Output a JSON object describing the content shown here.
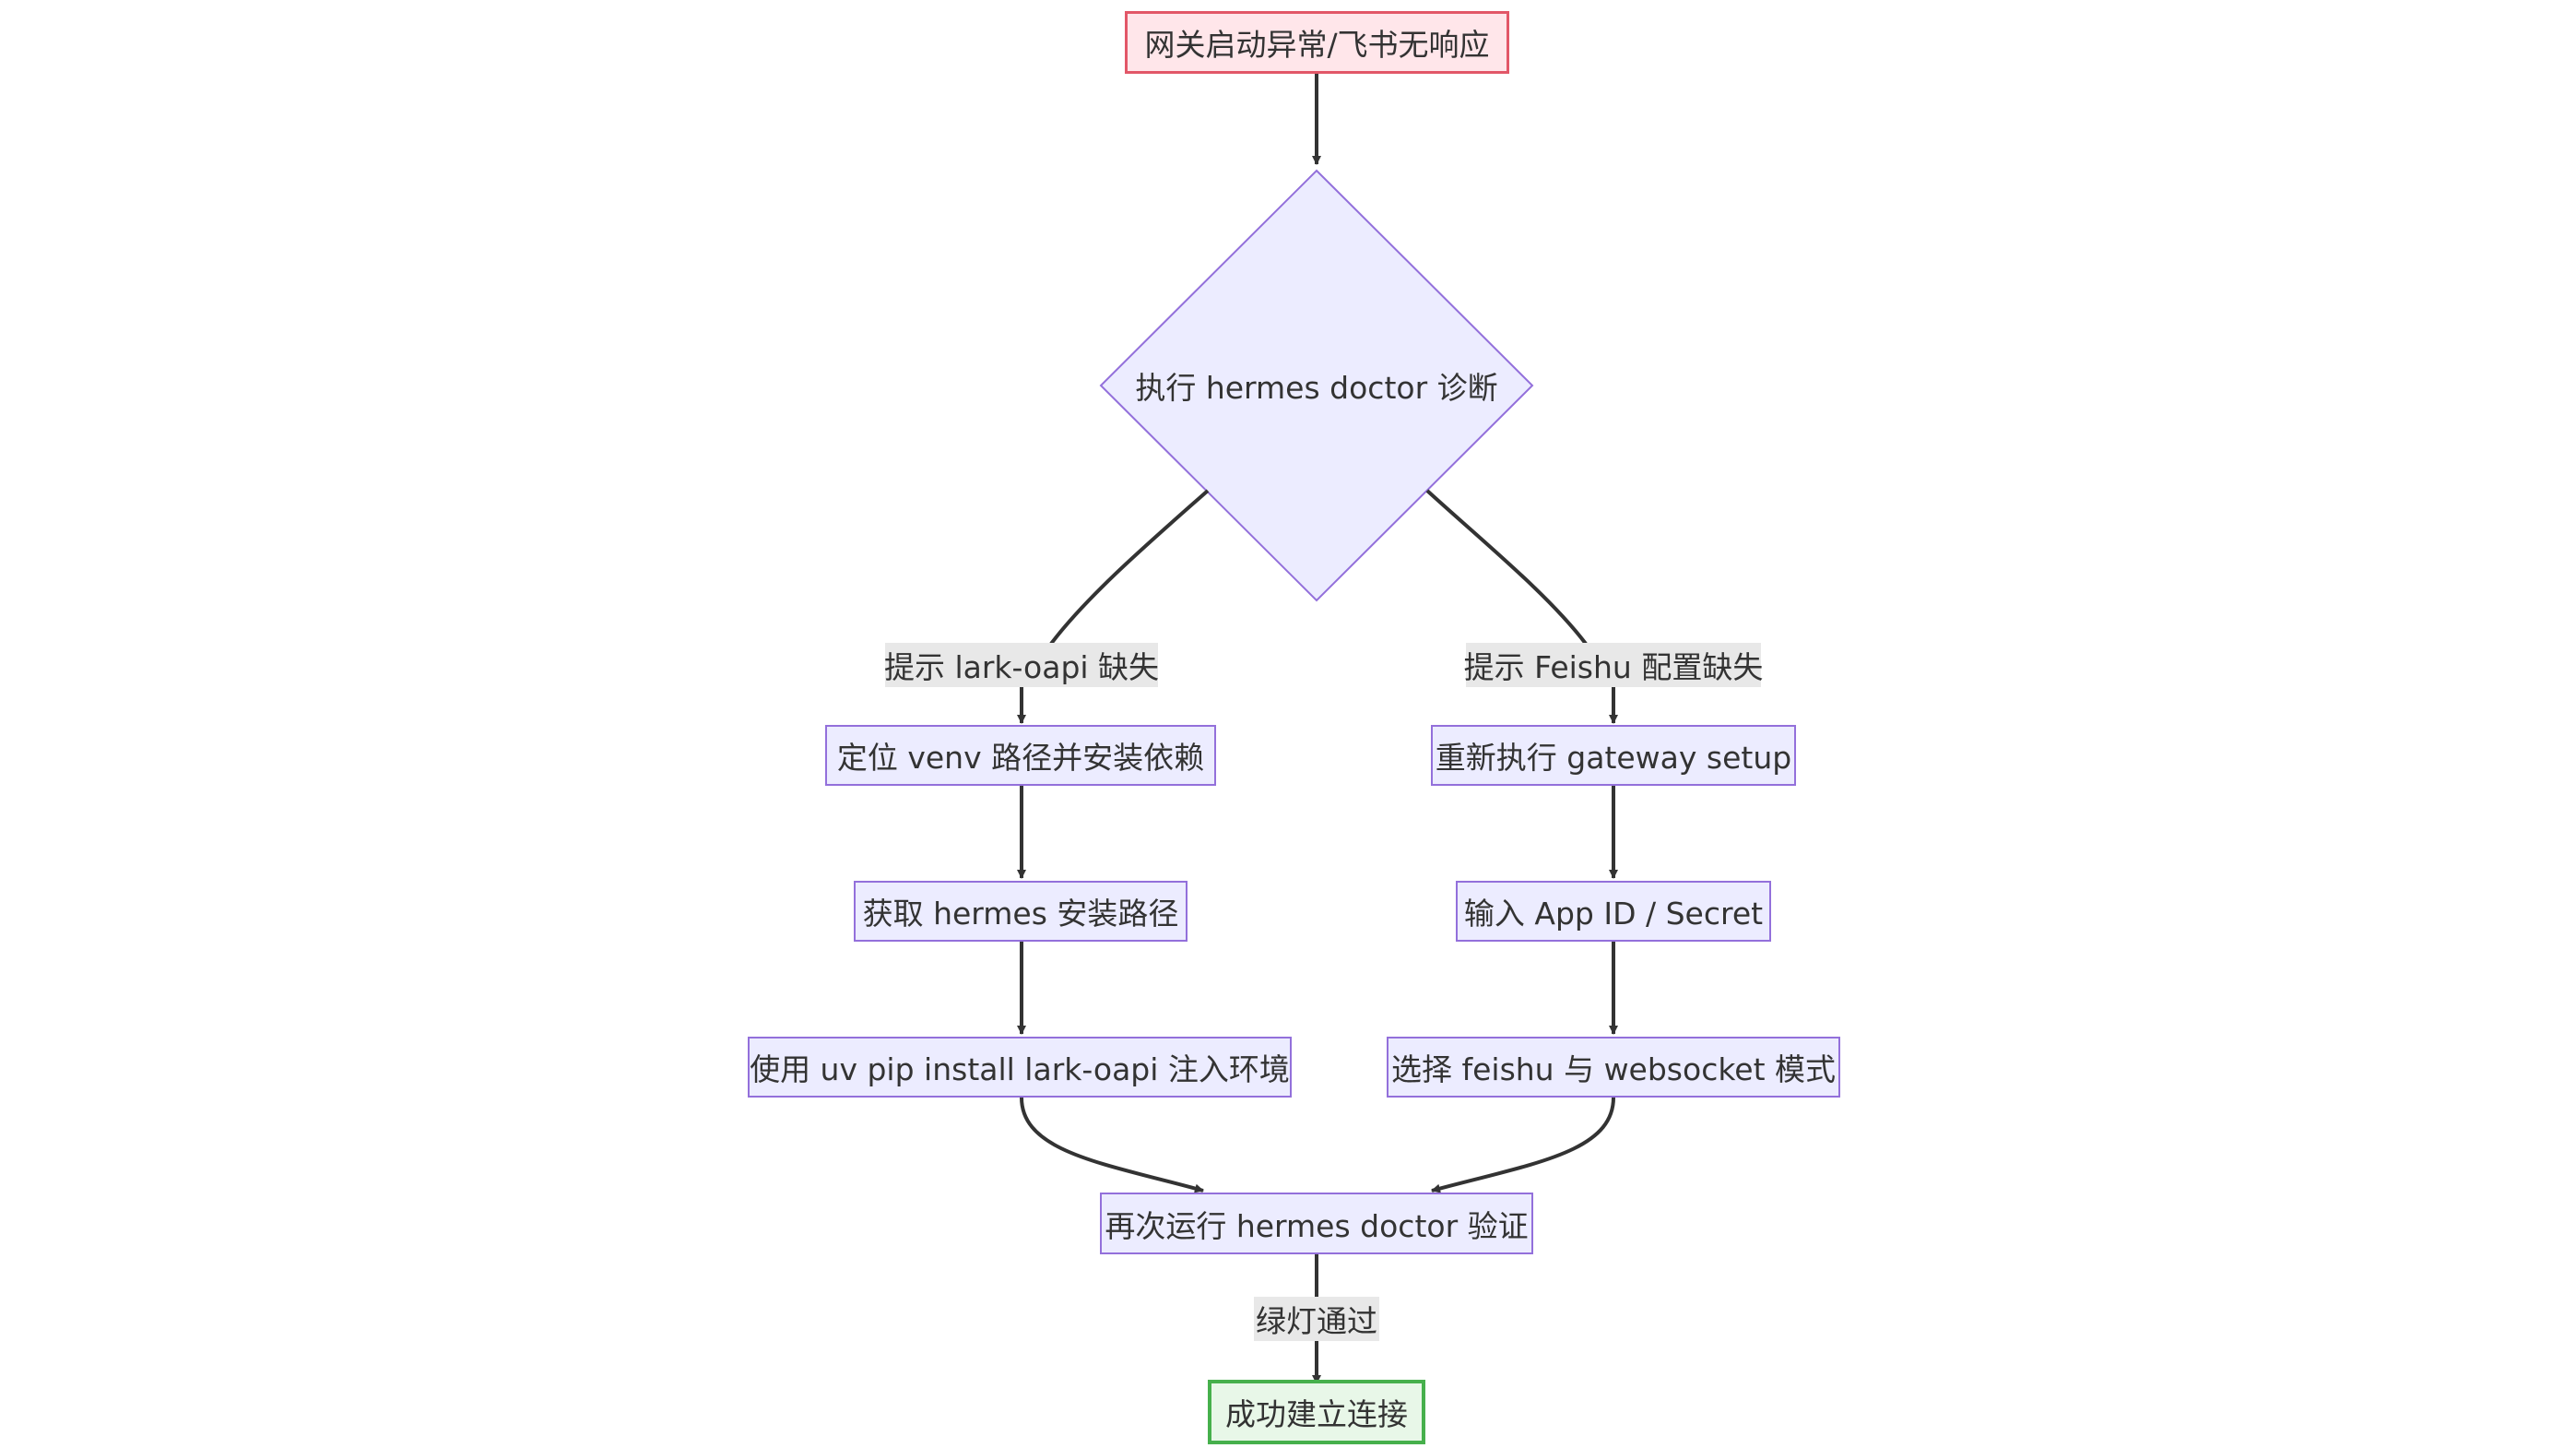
{
  "flowchart": {
    "nodes": {
      "start": "网关启动异常/飞书无响应",
      "doctor": "执行 hermes doctor 诊断",
      "locate_venv": "定位 venv 路径并安装依赖",
      "get_path": "获取 hermes 安装路径",
      "uv_install": "使用 uv pip install lark-oapi 注入环境",
      "rerun_setup": "重新执行 gateway setup",
      "input_secret": "输入 App ID / Secret",
      "select_mode": "选择 feishu 与 websocket 模式",
      "verify": "再次运行 hermes doctor 验证",
      "success": "成功建立连接"
    },
    "edge_labels": {
      "missing_lark": "提示 lark-oapi 缺失",
      "missing_feishu": "提示 Feishu 配置缺失",
      "green_pass": "绿灯通过"
    }
  },
  "colors": {
    "node_fill": "#ececff",
    "node_border": "#9370db",
    "start_fill": "#ffe6ea",
    "start_border": "#e25768",
    "success_fill": "#e8f7e8",
    "success_border": "#46b04c",
    "edge": "#333333",
    "edge_label_bg": "#e8e8e8"
  }
}
